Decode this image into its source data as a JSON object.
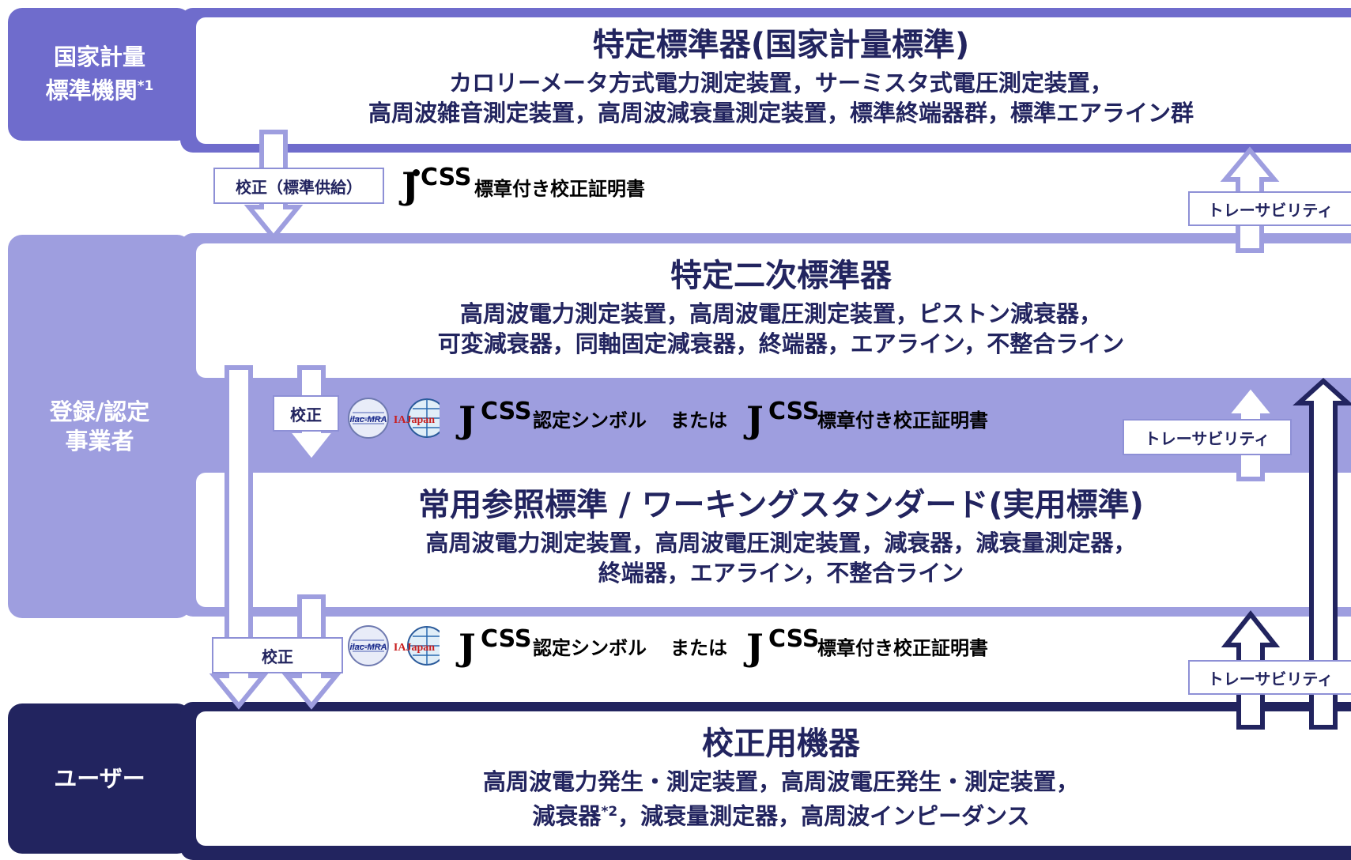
{
  "colors": {
    "tier1": "#6f6ccc",
    "tier2": "#9e9edf",
    "tier3": "#22245f",
    "arrow_light": "#9e9edf",
    "arrow_dark": "#22245f",
    "box_border": "#8e90d6",
    "text": "#22245f"
  },
  "tiers": {
    "national": {
      "label_line1": "国家計量",
      "label_line2": "標準機関",
      "label_sup": "*1"
    },
    "registered": {
      "label_line1": "登録/認定",
      "label_line2": "事業者"
    },
    "user": {
      "label": "ユーザー"
    }
  },
  "panels": {
    "specified": {
      "title": "特定標準器(国家計量標準)",
      "line1": "カロリーメータ方式電力測定装置，サーミスタ式電圧測定装置，",
      "line2": "高周波雑音測定装置，高周波減衰量測定装置，標準終端器群，標準エアライン群"
    },
    "secondary": {
      "title": "特定二次標準器",
      "line1": "高周波電力測定装置，高周波電圧測定装置，ピストン減衰器，",
      "line2": "可変減衰器，同軸固定減衰器，終端器，エアライン，不整合ライン"
    },
    "working": {
      "title": "常用参照標準 / ワーキングスタンダード(実用標準)",
      "line1": "高周波電力測定装置，高周波電圧測定装置，減衰器，減衰量測定器，",
      "line2": "終端器，エアライン，不整合ライン"
    },
    "user_equipment": {
      "title": "校正用機器",
      "line1": "高周波電力発生・測定装置，高周波電圧発生・測定装置，",
      "line2_pre": "減衰器",
      "line2_sup": "*2",
      "line2_post": "，減衰量測定器，高周波インピーダンス"
    }
  },
  "calibration_labels": {
    "supply": "校正（標準供給）",
    "cal1": "校正",
    "cal2": "校正"
  },
  "traceability_labels": {
    "t1": "トレーサビリティ",
    "t2": "トレーサビリティ",
    "t3": "トレーサビリティ"
  },
  "marks": {
    "jcss_j": "J",
    "jcss_css": "CSS",
    "certificate_text": "標章付き校正証明書",
    "symbol_text": "認定シンボル",
    "or_text": "または",
    "ilac_logo": "ilac-MRA",
    "iajapan_logo": "IAJapan"
  }
}
